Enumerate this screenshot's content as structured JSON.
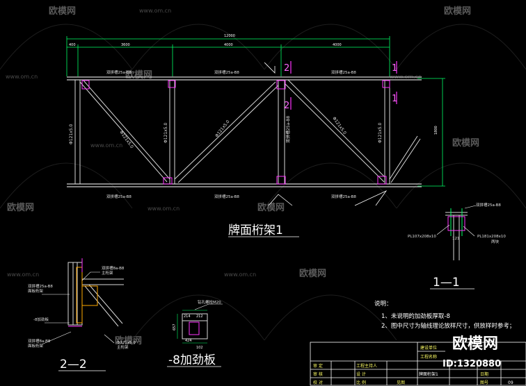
{
  "watermark": {
    "brand": "欧模网",
    "url": "www.om.cn"
  },
  "truss": {
    "title": "牌面桁架1",
    "overall_dim": "12000",
    "segment_dims": [
      "400",
      "3600",
      "4000",
      "4000"
    ],
    "height_dim": "1800",
    "top_chord": "双拼槽25a-B8",
    "bottom_chord": "双拼槽25a-B8",
    "diagonal": "Φ121x5.0",
    "vertical": "Φ121x5.0",
    "section_marks": [
      "1",
      "2",
      "1",
      "2"
    ]
  },
  "detail_22": {
    "title": "2—2",
    "labels": [
      "双拼槽8a-B8",
      "主桁架",
      "双拼槽25a-B8",
      "面板桁架",
      "-8加劲板",
      "双拼槽8a-B8",
      "面板桁架",
      "Φ121x5.0",
      "主桁架"
    ]
  },
  "detail_stiffener": {
    "title": "-8加劲板",
    "top_label": "钻孔螺栓M20",
    "dims": [
      "214",
      "212",
      "657",
      "424",
      "102"
    ]
  },
  "detail_11": {
    "title": "1—1",
    "left_label": "PL107x208x10",
    "right_label": "PL181x208x10",
    "right_sub": "两块",
    "top_label": "双拼槽25a-B8",
    "center_label": "121"
  },
  "notes": {
    "heading": "说明：",
    "lines": [
      "1、未说明的加劲板厚取-8",
      "2、图中尺寸为轴线理论放样尺寸，供放样时参考；"
    ]
  },
  "title_block": {
    "project_label_1": "建设单位",
    "project_label_2": "工程名称",
    "drawing_name": "牌面桁架1",
    "cells": [
      "审 定",
      "审 核",
      "校 对",
      "工程主持人",
      "设 计",
      "比 例",
      "日 期",
      "图 号",
      "见图"
    ],
    "right_cells": [
      "日期",
      "图号",
      "09"
    ],
    "brand": "欧模网",
    "id": "ID:1320880"
  },
  "colors": {
    "background": "#000000",
    "chord": "#cfcfcf",
    "member": "#d8d8d8",
    "dim_line": "#00ff66",
    "accent": "#ff33ff",
    "section_arrow": "#ff33ff",
    "plate": "#ffaa00"
  }
}
